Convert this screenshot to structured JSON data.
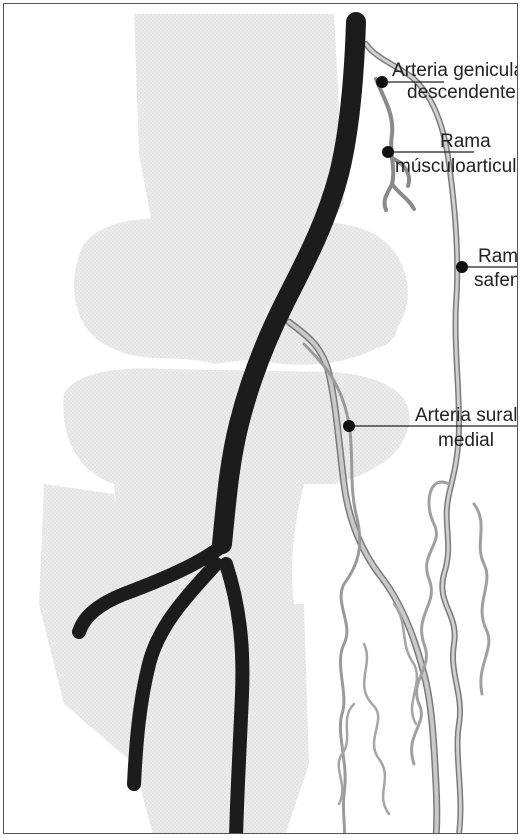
{
  "labels": {
    "geniculada_line1": "Arteria genicular",
    "geniculada_line2": "descendente",
    "musculo_line1": "Rama",
    "musculo_line2": "músculoarticular",
    "safena_line1": "Rama",
    "safena_line2": "safena",
    "sural_line1": "Arteria sural",
    "sural_line2": "medial"
  },
  "colors": {
    "bone_fill": "#e9e9e9",
    "main_artery": "#1c1c1c",
    "branch_artery": "#b4b4b4",
    "branch_outline": "#7a7a7a",
    "marker": "#111111"
  }
}
